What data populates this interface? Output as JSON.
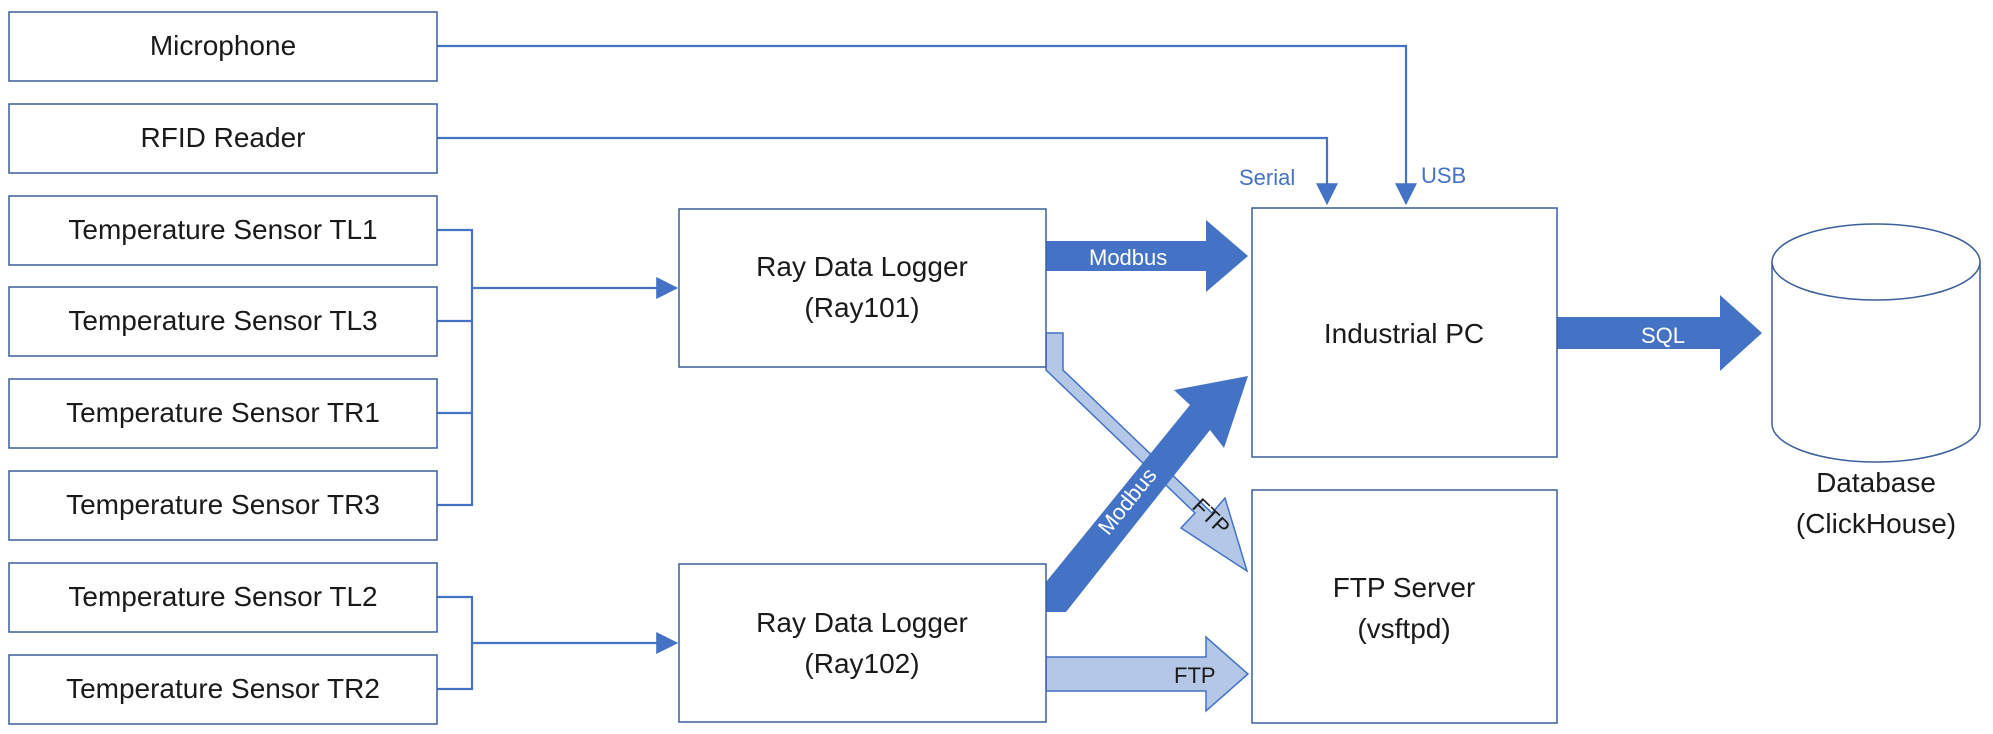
{
  "sensors": {
    "microphone": "Microphone",
    "rfid": "RFID Reader",
    "tl1": "Temperature Sensor TL1",
    "tl3": "Temperature Sensor TL3",
    "tr1": "Temperature Sensor TR1",
    "tr3": "Temperature Sensor TR3",
    "tl2": "Temperature Sensor TL2",
    "tr2": "Temperature Sensor TR2"
  },
  "loggers": {
    "ray101": {
      "line1": "Ray Data Logger",
      "line2": "(Ray101)"
    },
    "ray102": {
      "line1": "Ray Data Logger",
      "line2": "(Ray102)"
    }
  },
  "pc": {
    "label": "Industrial PC"
  },
  "ftp_server": {
    "line1": "FTP Server",
    "line2": "(vsftpd)"
  },
  "database": {
    "line1": "Database",
    "line2": "(ClickHouse)"
  },
  "connections": {
    "serial": "Serial",
    "usb": "USB",
    "modbus_top": "Modbus",
    "modbus_diag": "Modbus",
    "ftp_diag": "FTP",
    "ftp_bottom": "FTP",
    "sql": "SQL"
  },
  "colors": {
    "box_border": "#3b5f9a",
    "connector": "#4472c4",
    "arrow_dark": "#4472c4",
    "arrow_light": "#b4c7e7",
    "connector_label": "#4472c4"
  }
}
